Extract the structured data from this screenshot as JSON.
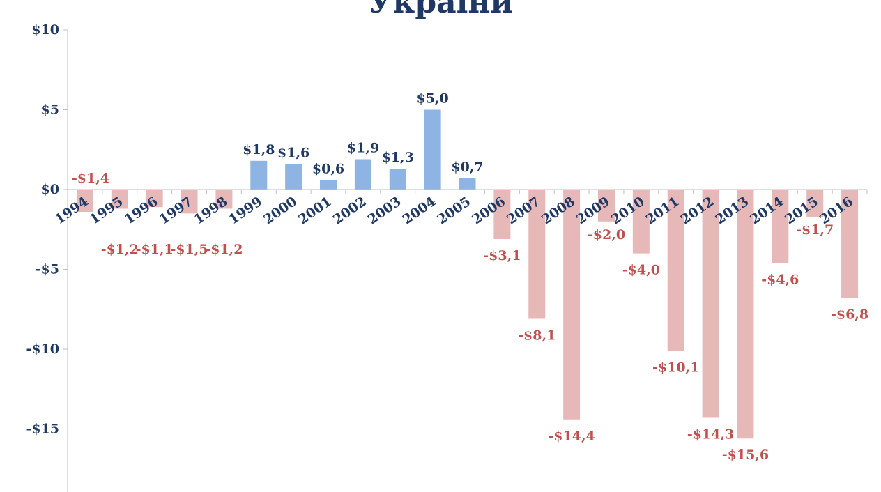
{
  "chart_data": {
    "type": "bar",
    "title": "України",
    "xlabel": "",
    "ylabel": "",
    "ylim": [
      -18.5,
      10
    ],
    "yticks": [
      10,
      5,
      0,
      -5,
      -10,
      -15
    ],
    "ytick_labels": [
      "$10",
      "$5",
      "$0",
      "-$5",
      "-$10",
      "-$15"
    ],
    "categories": [
      "1994",
      "1995",
      "1996",
      "1997",
      "1998",
      "1999",
      "2000",
      "2001",
      "2002",
      "2003",
      "2004",
      "2005",
      "2006",
      "2007",
      "2008",
      "2009",
      "2010",
      "2011",
      "2012",
      "2013",
      "2014",
      "2015",
      "2016"
    ],
    "values": [
      -1.4,
      -1.2,
      -1.1,
      -1.5,
      -1.2,
      1.8,
      1.6,
      0.6,
      1.9,
      1.3,
      5.0,
      0.7,
      -3.1,
      -8.1,
      -14.4,
      -2.0,
      -4.0,
      -10.1,
      -14.3,
      -15.6,
      -4.6,
      -1.7,
      -6.8
    ],
    "data_labels": [
      "-$1,4",
      "-$1,2",
      "-$1,1",
      "-$1,5",
      "-$1,2",
      "$1,8",
      "$1,6",
      "$0,6",
      "$1,9",
      "$1,3",
      "$5,0",
      "$0,7",
      "-$3,1",
      "-$8,1",
      "-$14,4",
      "-$2,0",
      "-$4,0",
      "-$10,1",
      "-$14,3",
      "-$15,6",
      "-$4,6",
      "-$1,7",
      "-$6,8"
    ],
    "colors": {
      "positive_bar": "#8eb4e3",
      "negative_bar": "#e6b9b8",
      "positive_label": "#1f3864",
      "negative_label": "#c0504d",
      "axis_text": "#1f3864",
      "axis_line": "#bfbfbf"
    },
    "grid": false,
    "legend": "none"
  }
}
